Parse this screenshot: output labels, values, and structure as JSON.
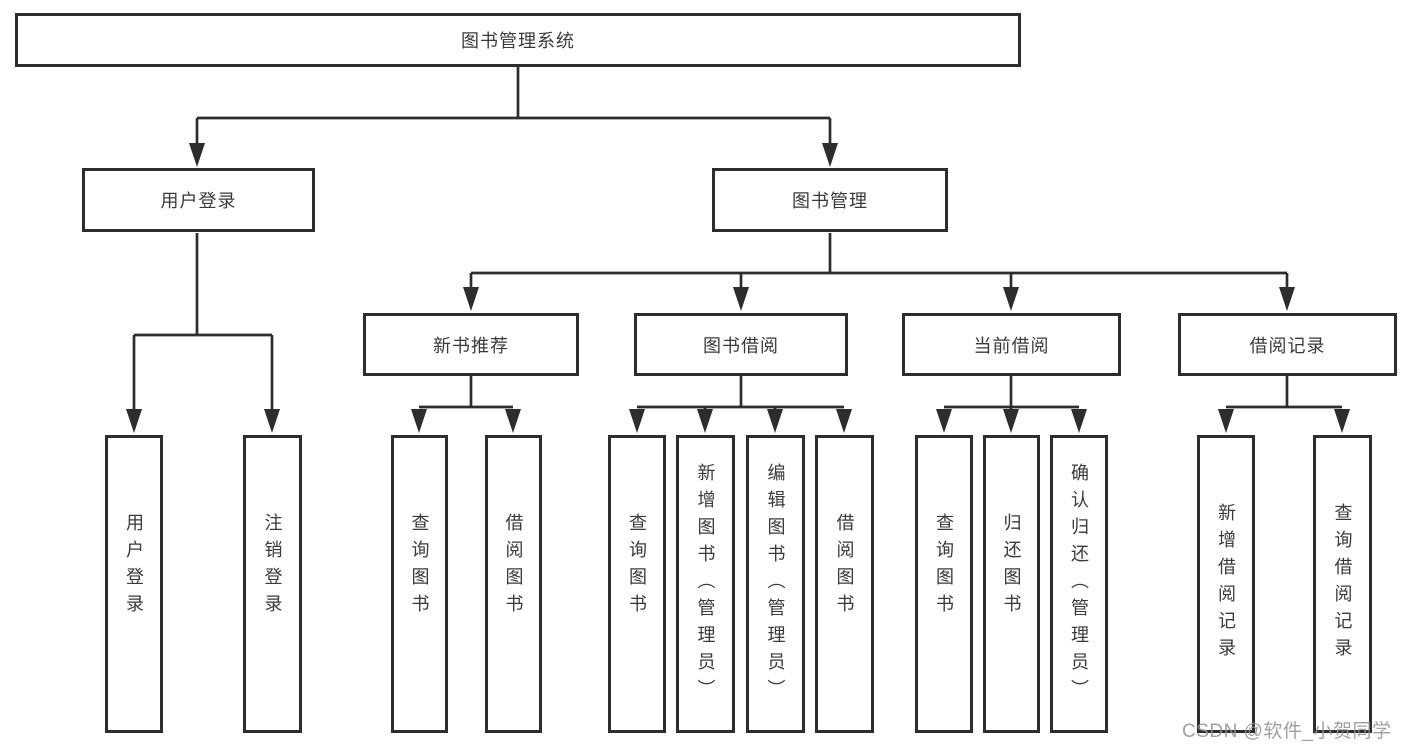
{
  "diagram": {
    "colors": {
      "line": "#2d2d2d",
      "box_border": "#2d2d2d",
      "box_background": "#ffffff",
      "text": "#3a3a3a",
      "watermark_text": "#949494"
    },
    "tree": {
      "label": "图书管理系统",
      "children": [
        {
          "label": "用户登录",
          "children": [
            {
              "label": "用户登录"
            },
            {
              "label": "注销登录"
            }
          ]
        },
        {
          "label": "图书管理",
          "children": [
            {
              "label": "新书推荐",
              "children": [
                {
                  "label": "查询图书"
                },
                {
                  "label": "借阅图书"
                }
              ]
            },
            {
              "label": "图书借阅",
              "children": [
                {
                  "label": "查询图书"
                },
                {
                  "label": "新增图书（管理员）"
                },
                {
                  "label": "编辑图书（管理员）"
                },
                {
                  "label": "借阅图书"
                }
              ]
            },
            {
              "label": "当前借阅",
              "children": [
                {
                  "label": "查询图书"
                },
                {
                  "label": "归还图书"
                },
                {
                  "label": "确认归还（管理员）"
                }
              ]
            },
            {
              "label": "借阅记录",
              "children": [
                {
                  "label": "新增借阅记录"
                },
                {
                  "label": "查询借阅记录"
                }
              ]
            }
          ]
        }
      ]
    },
    "watermark": {
      "text": "CSDN @软件_小贺同学"
    }
  }
}
